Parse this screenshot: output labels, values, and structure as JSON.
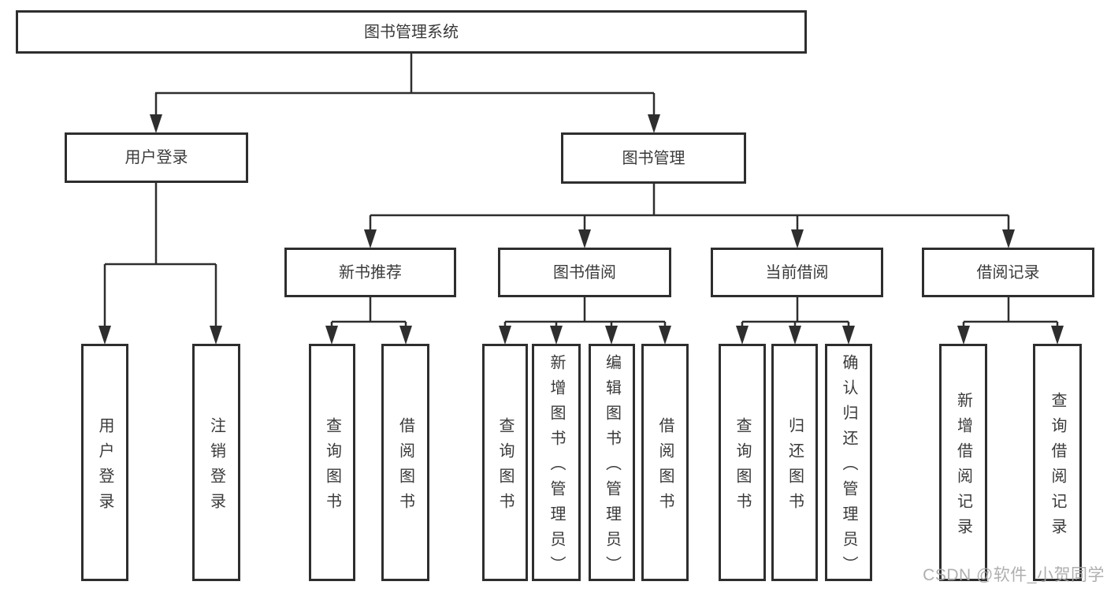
{
  "tree": {
    "label": "图书管理系统",
    "children": [
      {
        "label": "用户登录",
        "children": [
          {
            "label": "用户登录"
          },
          {
            "label": "注销登录"
          }
        ]
      },
      {
        "label": "图书管理",
        "children": [
          {
            "label": "新书推荐",
            "children": [
              {
                "label": "查询图书"
              },
              {
                "label": "借阅图书"
              }
            ]
          },
          {
            "label": "图书借阅",
            "children": [
              {
                "label": "查询图书"
              },
              {
                "label": "新增图书（管理员）"
              },
              {
                "label": "编辑图书（管理员）"
              },
              {
                "label": "借阅图书"
              }
            ]
          },
          {
            "label": "当前借阅",
            "children": [
              {
                "label": "查询图书"
              },
              {
                "label": "归还图书"
              },
              {
                "label": "确认归还（管理员）"
              }
            ]
          },
          {
            "label": "借阅记录",
            "children": [
              {
                "label": "新增借阅记录"
              },
              {
                "label": "查询借阅记录"
              }
            ]
          }
        ]
      }
    ]
  },
  "watermark": "CSDN @软件_小贺同学",
  "colors": {
    "line": "#2e2e2e",
    "box_border": "#2e2e2e",
    "text": "#3a3a3a",
    "watermark": "#a8a8a8",
    "background": "#ffffff"
  }
}
